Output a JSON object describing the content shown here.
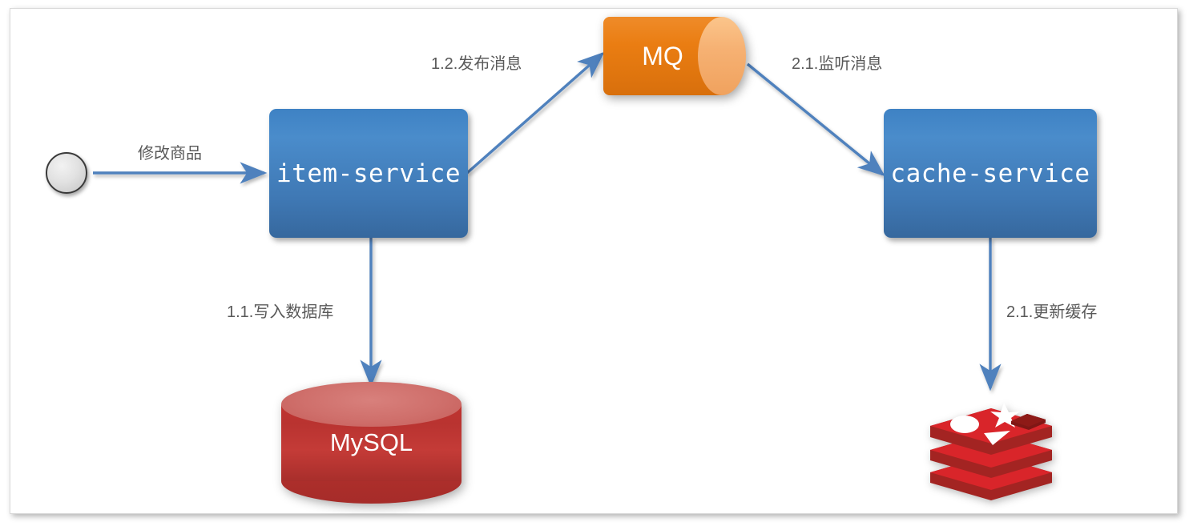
{
  "diagram": {
    "title": "Cache update via MQ architecture",
    "background": "#ffffff",
    "border_color": "#d9d9d9",
    "colors": {
      "service_blue": "#3f78b4",
      "mq_orange": "#ea7d12",
      "mq_cap_orange": "#f6b173",
      "mysql_red": "#b93330",
      "mysql_top_red": "#cf6f6b",
      "redis_red": "#d9252a",
      "arrow_blue": "#4f81bd",
      "label_gray": "#595959",
      "start_gray": "#e2e2e2"
    }
  },
  "nodes": {
    "start": {
      "name": "start-circle",
      "label": ""
    },
    "item_service": {
      "label": "item-service"
    },
    "cache_service": {
      "label": "cache-service"
    },
    "mq": {
      "label": "MQ"
    },
    "mysql": {
      "label": "MySQL"
    },
    "redis": {
      "label": "",
      "icon": "redis-logo-icon"
    }
  },
  "edges": [
    {
      "id": "start-to-item",
      "label": "修改商品",
      "from": "start",
      "to": "item-service"
    },
    {
      "id": "item-to-mq",
      "label": "1.2.发布消息",
      "from": "item-service",
      "to": "mq"
    },
    {
      "id": "mq-to-cache",
      "label": "2.1.监听消息",
      "from": "mq",
      "to": "cache-service"
    },
    {
      "id": "item-to-mysql",
      "label": "1.1.写入数据库",
      "from": "item-service",
      "to": "mysql"
    },
    {
      "id": "cache-to-redis",
      "label": "2.1.更新缓存",
      "from": "cache-service",
      "to": "redis"
    }
  ]
}
